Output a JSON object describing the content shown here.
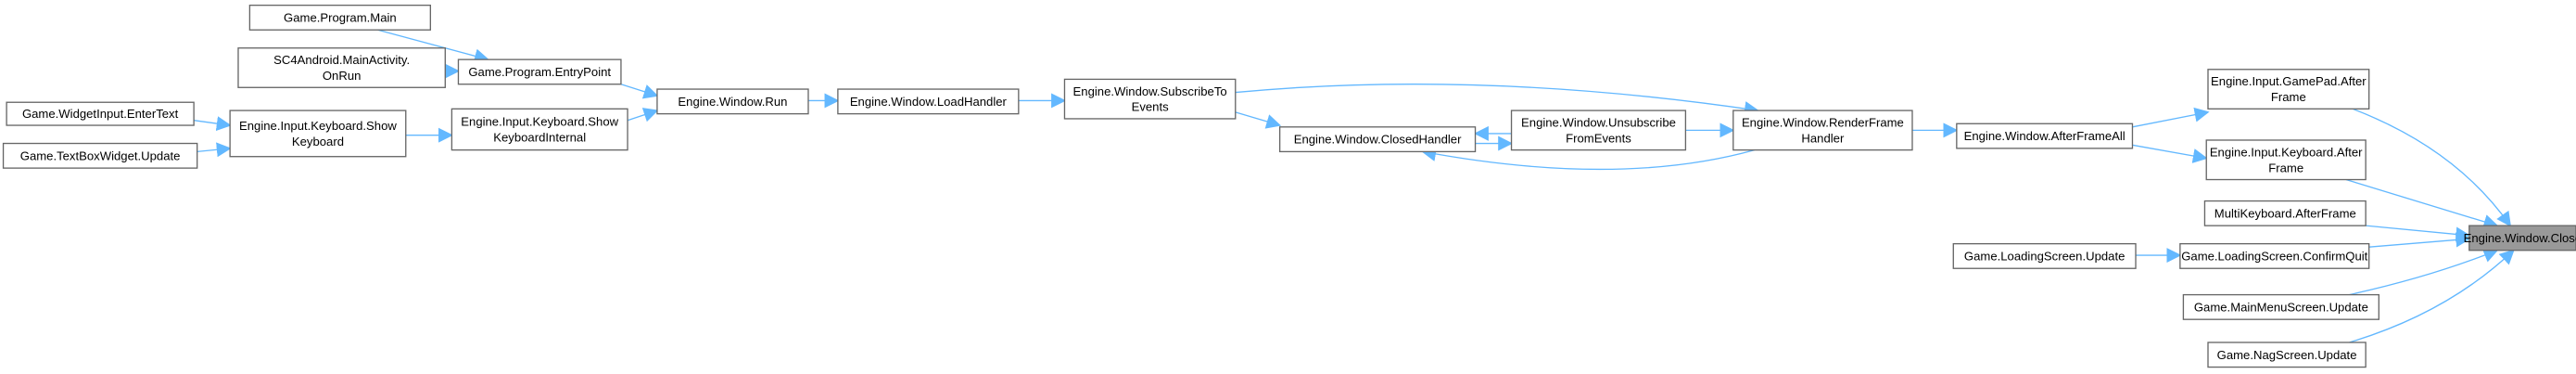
{
  "title": "Engine.Window.Close caller graph",
  "colors": {
    "edge": "#63b8ff",
    "node_border": "#666666",
    "current_node_fill": "#999999"
  },
  "nodes": {
    "program_main": {
      "lines": [
        "Game.Program.Main"
      ]
    },
    "onrun": {
      "lines": [
        "SC4Android.MainActivity.",
        "OnRun"
      ]
    },
    "entrypoint": {
      "lines": [
        "Game.Program.EntryPoint"
      ]
    },
    "entertext": {
      "lines": [
        "Game.WidgetInput.EnterText"
      ]
    },
    "textbox_update": {
      "lines": [
        "Game.TextBoxWidget.Update"
      ]
    },
    "showkeyboard": {
      "lines": [
        "Engine.Input.Keyboard.Show",
        "Keyboard"
      ]
    },
    "showkeyboardinternal": {
      "lines": [
        "Engine.Input.Keyboard.Show",
        "KeyboardInternal"
      ]
    },
    "window_run": {
      "lines": [
        "Engine.Window.Run"
      ]
    },
    "loadhandler": {
      "lines": [
        "Engine.Window.LoadHandler"
      ]
    },
    "subscribe": {
      "lines": [
        "Engine.Window.SubscribeTo",
        "Events"
      ]
    },
    "closedhandler": {
      "lines": [
        "Engine.Window.ClosedHandler"
      ]
    },
    "unsubscribe": {
      "lines": [
        "Engine.Window.Unsubscribe",
        "FromEvents"
      ]
    },
    "renderframe": {
      "lines": [
        "Engine.Window.RenderFrame",
        "Handler"
      ]
    },
    "afterframeall": {
      "lines": [
        "Engine.Window.AfterFrameAll"
      ]
    },
    "gamepad_afterframe": {
      "lines": [
        "Engine.Input.GamePad.After",
        "Frame"
      ]
    },
    "keyboard_afterframe": {
      "lines": [
        "Engine.Input.Keyboard.After",
        "Frame"
      ]
    },
    "multikeyboard_afterframe": {
      "lines": [
        "MultiKeyboard.AfterFrame"
      ]
    },
    "window_close": {
      "lines": [
        "Engine.Window.Close"
      ]
    },
    "loadingscreen_update": {
      "lines": [
        "Game.LoadingScreen.Update"
      ]
    },
    "confirmquit": {
      "lines": [
        "Game.LoadingScreen.ConfirmQuit"
      ]
    },
    "mainmenu_update": {
      "lines": [
        "Game.MainMenuScreen.Update"
      ]
    },
    "nagscreen_update": {
      "lines": [
        "Game.NagScreen.Update"
      ]
    }
  }
}
